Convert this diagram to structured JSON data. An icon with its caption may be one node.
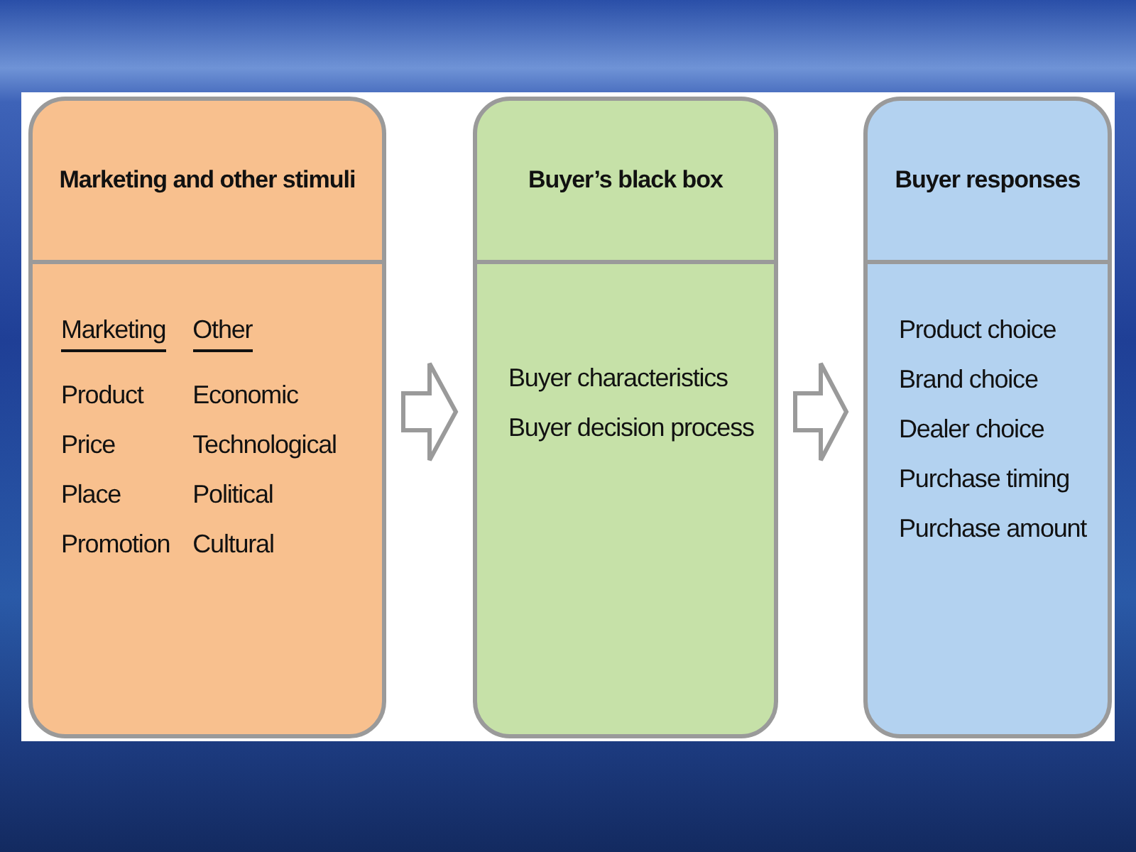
{
  "diagram": {
    "nodes": [
      {
        "text": [
          "Marketing and other stimuli",
          "Marketing",
          "Other",
          "Product",
          "Economic",
          "Price",
          "Technological",
          "Place",
          "Political",
          "Promotion",
          "Cultural"
        ]
      },
      {
        "text": [
          "Buyer’s black box",
          "Buyer characteristics",
          "Buyer decision process"
        ]
      },
      {
        "text": [
          "Buyer responses",
          "Product choice",
          "Brand choice",
          "Dealer choice",
          "Purchase timing",
          "Purchase amount"
        ]
      }
    ],
    "edges": [
      {
        "from": 0,
        "to": 1,
        "arrow": "to"
      },
      {
        "from": 1,
        "to": 2,
        "arrow": "to"
      }
    ]
  }
}
